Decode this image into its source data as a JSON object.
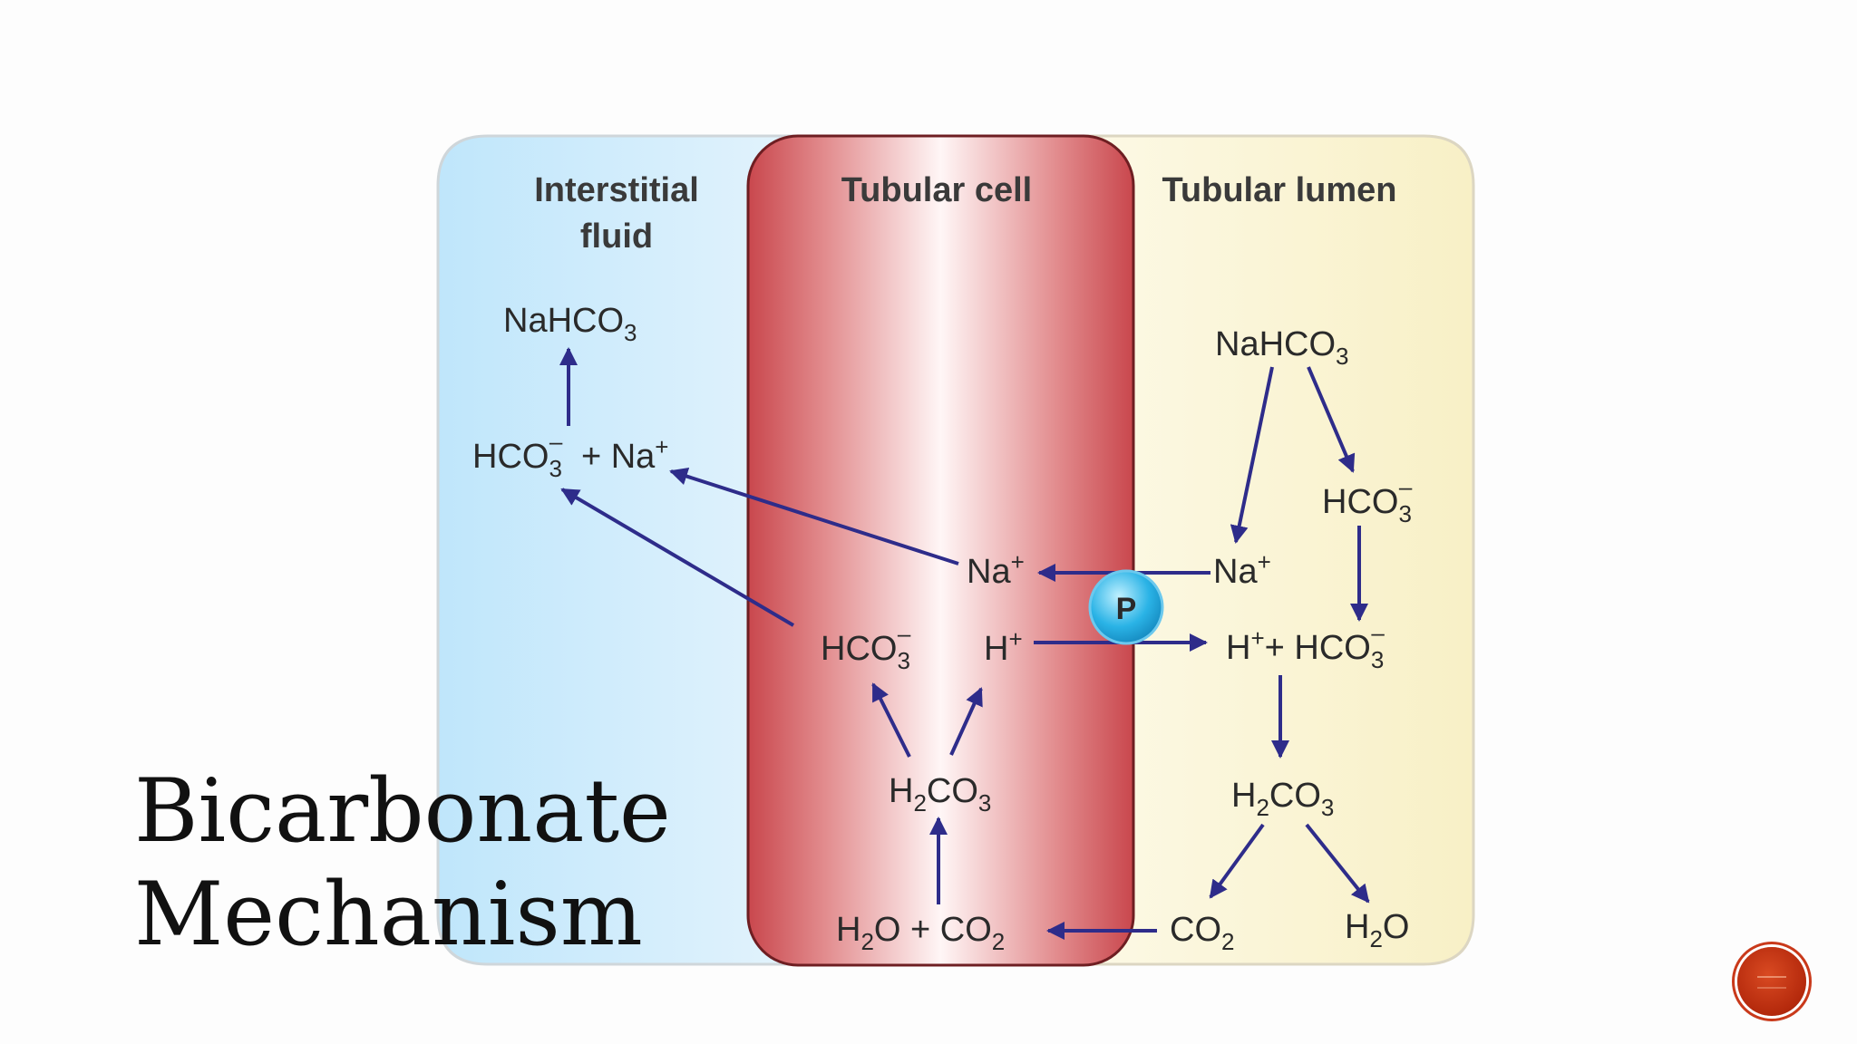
{
  "slide": {
    "title_line1": "Bicarbonate",
    "title_line2": "Mechanism"
  },
  "diagram": {
    "headers": {
      "interstitial_line1": "Interstitial",
      "interstitial_line2": "fluid",
      "tubular_cell": "Tubular cell",
      "tubular_lumen": "Tubular lumen"
    },
    "pump_label": "P",
    "colors": {
      "interstitial_fill": "#cdeafb",
      "cell_fill": "#d2575c",
      "lumen_fill": "#fbf4cf",
      "arrow": "#2e2c8a",
      "pump": "#2ab3e6"
    }
  },
  "nav": {
    "icon": "circle-button-icon"
  }
}
